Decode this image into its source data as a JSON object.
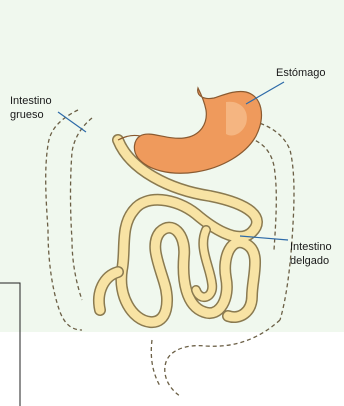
{
  "colors": {
    "background_panel": "#f0f8ee",
    "stomach": "#ef9a5c",
    "small_intestine": "#f8e3a4",
    "leader_line": "#2d6aa8",
    "outline": "#7a6a4a"
  },
  "labels": {
    "stomach": "Estómago",
    "large_intestine_line1": "Intestino",
    "large_intestine_line2": "grueso",
    "small_intestine_line1": "Intestino",
    "small_intestine_line2": "delgado"
  }
}
